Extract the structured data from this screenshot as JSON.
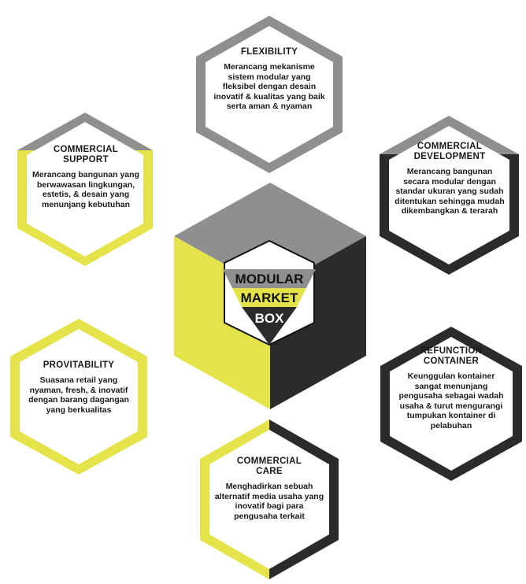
{
  "center": {
    "word1": "MODULAR",
    "word2": "MARKET",
    "word3": "BOX"
  },
  "hexagons": {
    "flexibility": {
      "title": "FLEXIBILITY",
      "text": "Merancang mekanisme sistem modular yang fleksibel dengan desain inovatif & kualitas yang baik serta aman & nyaman"
    },
    "commercial_support": {
      "title": "COMMERCIAL\nSUPPORT",
      "text": "Merancang bangunan yang berwawasan lingkungan, estetis, & desain yang menunjang kebutuhan"
    },
    "commercial_development": {
      "title": "COMMERCIAL\nDEVELOPMENT",
      "text": "Merancang bangunan secara modular dengan standar ukuran yang sudah ditentukan sehingga mudah dikembangkan & terarah"
    },
    "provitability": {
      "title": "PROVITABILITY",
      "text": "Suasana retail yang nyaman, fresh, & inovatif dengan barang dagangan yang berkualitas"
    },
    "refunction_container": {
      "title": "REFUNCTION\nCONTAINER",
      "text": "Keunggulan kontainer sangat menunjang pengusaha sebagai wadah usaha & turut mengurangi tumpukan kontainer di pelabuhan"
    },
    "commercial_care": {
      "title": "COMMERCIAL\nCARE",
      "text": "Menghadirkan sebuah alternatif media usaha yang inovatif bagi para pengusaha terkait"
    }
  },
  "colors": {
    "gray": "#8f8f8f",
    "yellow": "#e4e34a",
    "dark": "#2b2b2b",
    "white": "#ffffff"
  }
}
